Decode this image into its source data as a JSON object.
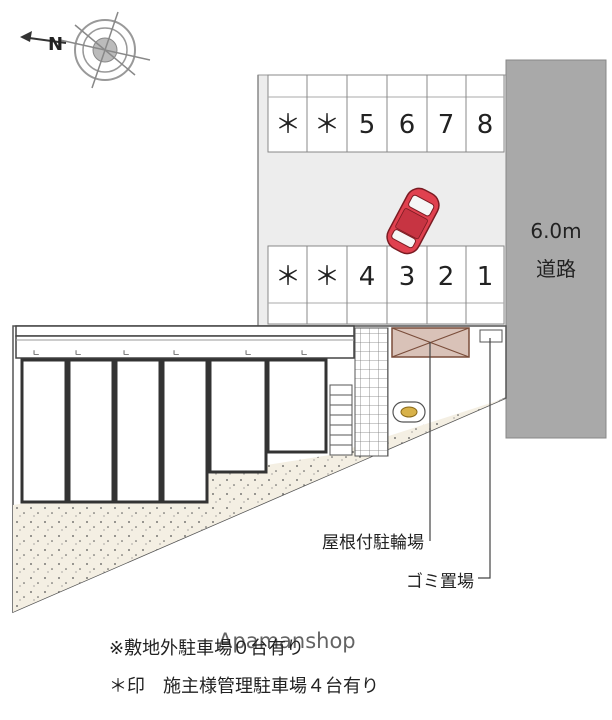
{
  "compass": {
    "label": "N",
    "icon": "compass-rose-icon"
  },
  "road": {
    "label_width": "6.0m",
    "label_name": "道路",
    "color": "#a9a9a9"
  },
  "parking": {
    "top_row": [
      "＊",
      "＊",
      "5",
      "6",
      "7",
      "8"
    ],
    "bottom_row": [
      "＊",
      "＊",
      "4",
      "3",
      "2",
      "1"
    ],
    "car_color": "#e0414f"
  },
  "labels": {
    "bike_parking": "屋根付駐輪場",
    "garbage": "ゴミ置場"
  },
  "notes": {
    "offsite": "※敷地外駐車場０台有り",
    "watermark": "Apamanshop",
    "owner_managed": "＊印　施主様管理駐車場４台有り"
  }
}
